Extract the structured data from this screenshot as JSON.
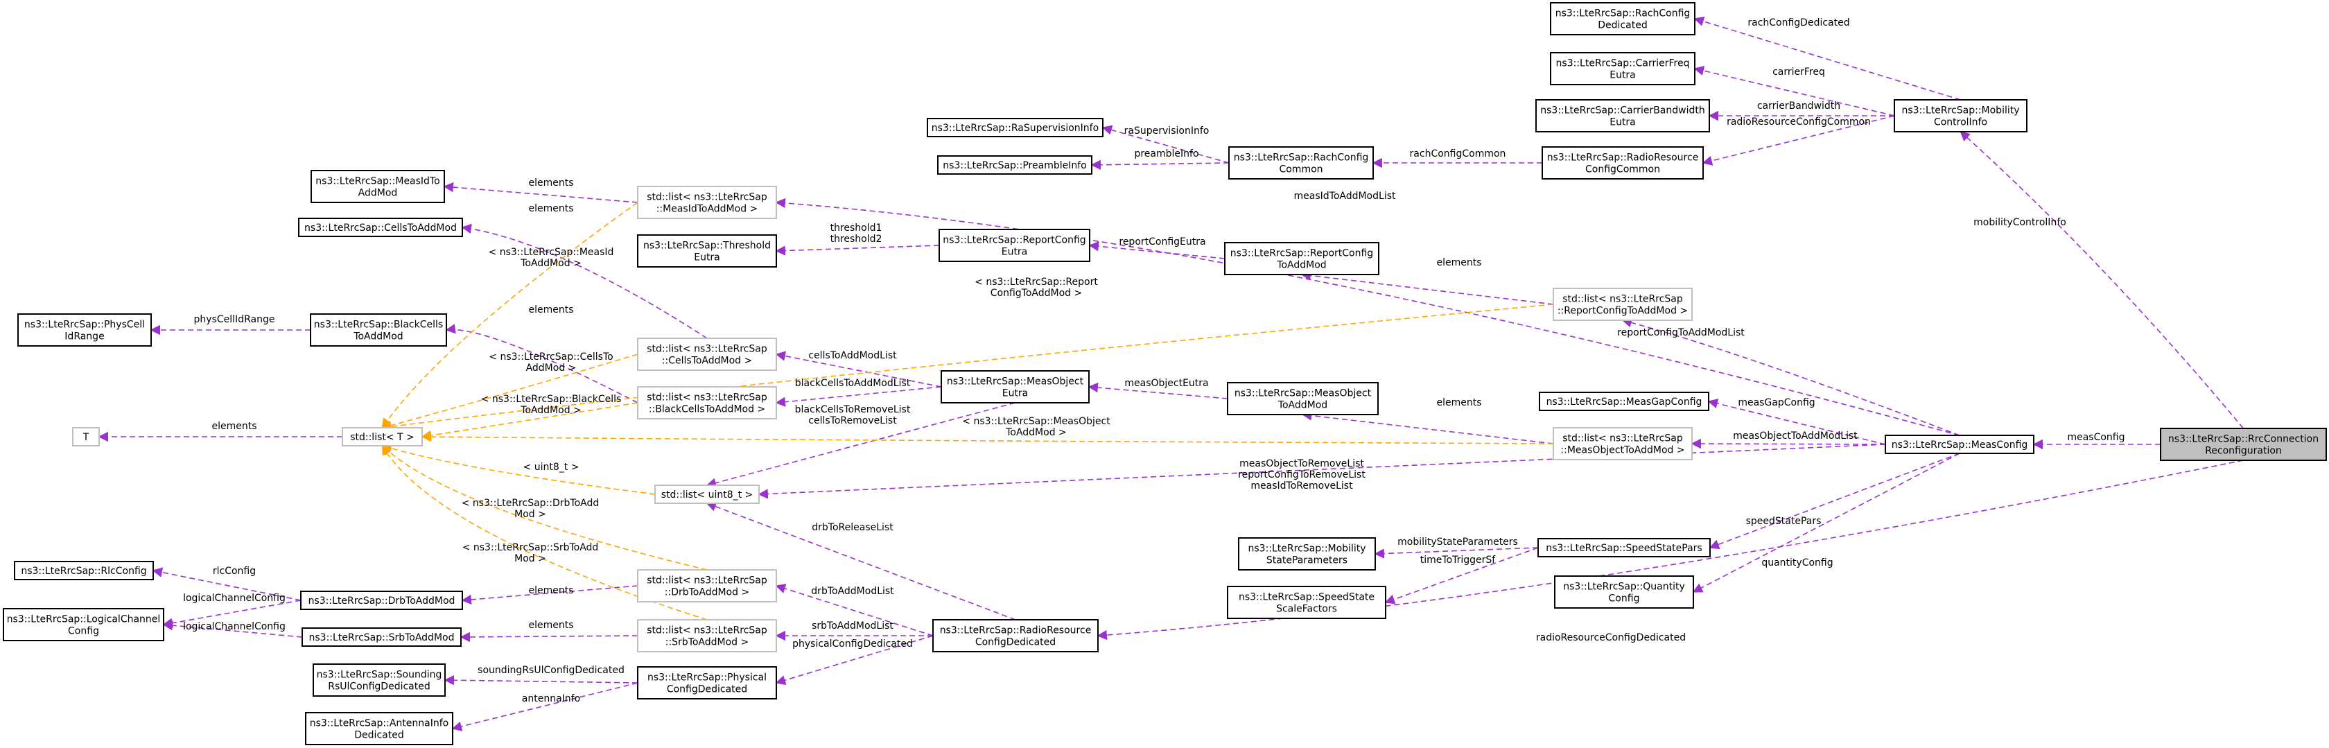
{
  "colors": {
    "member": "#9a32cd",
    "template": "#ffa500",
    "focus_fill": "#bfbfbf",
    "template_border": "#bfbfbf"
  },
  "nodes": {
    "rrc": [
      "ns3::LteRrcSap::RrcConnection",
      "Reconfiguration"
    ],
    "measconfig": [
      "ns3::LteRrcSap::MeasConfig"
    ],
    "mobility": [
      "ns3::LteRrcSap::Mobility",
      "ControlInfo"
    ],
    "rachded": [
      "ns3::LteRrcSap::RachConfig",
      "Dedicated"
    ],
    "carrierfreq": [
      "ns3::LteRrcSap::CarrierFreq",
      "Eutra"
    ],
    "carrierbw": [
      "ns3::LteRrcSap::CarrierBandwidth",
      "Eutra"
    ],
    "rrcommon": [
      "ns3::LteRrcSap::RadioResource",
      "ConfigCommon"
    ],
    "rachcommon": [
      "ns3::LteRrcSap::RachConfig",
      "Common"
    ],
    "rasup": [
      "ns3::LteRrcSap::RaSupervisionInfo"
    ],
    "preamble": [
      "ns3::LteRrcSap::PreambleInfo"
    ],
    "listmeasid": [
      "std::list< ns3::LteRrcSap",
      "::MeasIdToAddMod >"
    ],
    "measid": [
      "ns3::LteRrcSap::MeasIdTo",
      "AddMod"
    ],
    "cellstoadd": [
      "ns3::LteRrcSap::CellsToAddMod"
    ],
    "threshold": [
      "ns3::LteRrcSap::Threshold",
      "Eutra"
    ],
    "reporteutra": [
      "ns3::LteRrcSap::ReportConfig",
      "Eutra"
    ],
    "reporttoadd": [
      "ns3::LteRrcSap::ReportConfig",
      "ToAddMod"
    ],
    "listreport": [
      "std::list< ns3::LteRrcSap",
      "::ReportConfigToAddMod >"
    ],
    "physcell": [
      "ns3::LteRrcSap::PhysCell",
      "IdRange"
    ],
    "blackcells": [
      "ns3::LteRrcSap::BlackCells",
      "ToAddMod"
    ],
    "listcells": [
      "std::list< ns3::LteRrcSap",
      "::CellsToAddMod >"
    ],
    "listblack": [
      "std::list< ns3::LteRrcSap",
      "::BlackCellsToAddMod >"
    ],
    "measobjeutra": [
      "ns3::LteRrcSap::MeasObject",
      "Eutra"
    ],
    "measobjtoadd": [
      "ns3::LteRrcSap::MeasObject",
      "ToAddMod"
    ],
    "measgap": [
      "ns3::LteRrcSap::MeasGapConfig"
    ],
    "listmeasobj": [
      "std::list< ns3::LteRrcSap",
      "::MeasObjectToAddMod >"
    ],
    "T": [
      "T"
    ],
    "stdlist": [
      "std::list< T >"
    ],
    "listuint8": [
      "std::list< uint8_t >"
    ],
    "rlc": [
      "ns3::LteRrcSap::RlcConfig"
    ],
    "lcconfig": [
      "ns3::LteRrcSap::LogicalChannel",
      "Config"
    ],
    "drbtoadd": [
      "ns3::LteRrcSap::DrbToAddMod"
    ],
    "srbtoadd": [
      "ns3::LteRrcSap::SrbToAddMod"
    ],
    "listdrb": [
      "std::list< ns3::LteRrcSap",
      "::DrbToAddMod >"
    ],
    "listsrb": [
      "std::list< ns3::LteRrcSap",
      "::SrbToAddMod >"
    ],
    "rrded": [
      "ns3::LteRrcSap::RadioResource",
      "ConfigDedicated"
    ],
    "physded": [
      "ns3::LteRrcSap::Physical",
      "ConfigDedicated"
    ],
    "sounding": [
      "ns3::LteRrcSap::Sounding",
      "RsUlConfigDedicated"
    ],
    "antenna": [
      "ns3::LteRrcSap::AntennaInfo",
      "Dedicated"
    ],
    "mobstate": [
      "ns3::LteRrcSap::Mobility",
      "StateParameters"
    ],
    "speedscale": [
      "ns3::LteRrcSap::SpeedState",
      "ScaleFactors"
    ],
    "speedstate": [
      "ns3::LteRrcSap::SpeedStatePars"
    ],
    "quantity": [
      "ns3::LteRrcSap::Quantity",
      "Config"
    ]
  },
  "edge_labels": {
    "measConfig": [
      "measConfig"
    ],
    "mobilityControlInfo": [
      "mobilityControlInfo"
    ],
    "radioResourceConfigDedicated": [
      "radioResourceConfigDedicated"
    ],
    "rachConfigDedicated": [
      "rachConfigDedicated"
    ],
    "carrierFreq": [
      "carrierFreq"
    ],
    "carrierBandwidth": [
      "carrierBandwidth"
    ],
    "radioResourceConfigCommon": [
      "radioResourceConfigCommon"
    ],
    "rachConfigCommon": [
      "rachConfigCommon"
    ],
    "raSupervisionInfo": [
      "raSupervisionInfo"
    ],
    "preambleInfo": [
      "preambleInfo"
    ],
    "measIdToAddModList": [
      "measIdToAddModList"
    ],
    "elements_measid": [
      "elements"
    ],
    "elements_cells": [
      "elements"
    ],
    "threshold": [
      "threshold1",
      "threshold2"
    ],
    "reportConfigEutra": [
      "reportConfigEutra"
    ],
    "elements_report": [
      "elements"
    ],
    "reportConfigToAddModList": [
      "reportConfigToAddModList"
    ],
    "physCellIdRange": [
      "physCellIdRange"
    ],
    "elements_black": [
      "elements"
    ],
    "cellsToAddModList": [
      "cellsToAddModList"
    ],
    "blackCellsToAddModList": [
      "blackCellsToAddModList"
    ],
    "measObjectEutra": [
      "measObjectEutra"
    ],
    "elements_measobj": [
      "elements"
    ],
    "measGapConfig": [
      "measGapConfig"
    ],
    "measObjectToAddModList": [
      "measObjectToAddModList"
    ],
    "elements_T": [
      "elements"
    ],
    "removeLists": [
      "measObjectToRemoveList",
      "reportConfigToRemoveList",
      "measIdToRemoveList"
    ],
    "blackRemove": [
      "blackCellsToRemoveList",
      "cellsToRemoveList"
    ],
    "drbToReleaseList": [
      "drbToReleaseList"
    ],
    "rlcConfig": [
      "rlcConfig"
    ],
    "logicalChannelConfig_drb": [
      "logicalChannelConfig"
    ],
    "logicalChannelConfig_srb": [
      "logicalChannelConfig"
    ],
    "elements_drb": [
      "elements"
    ],
    "elements_srb": [
      "elements"
    ],
    "drbToAddModList": [
      "drbToAddModList"
    ],
    "srbToAddModList": [
      "srbToAddModList"
    ],
    "physicalConfigDedicated": [
      "physicalConfigDedicated"
    ],
    "soundingRsUlConfigDedicated": [
      "soundingRsUlConfigDedicated"
    ],
    "antennaInfo": [
      "antennaInfo"
    ],
    "mobilityStateParameters": [
      "mobilityStateParameters"
    ],
    "timeToTriggerSf": [
      "timeToTriggerSf"
    ],
    "speedStatePars": [
      "speedStatePars"
    ],
    "quantityConfig": [
      "quantityConfig"
    ],
    "t_measid": [
      "< ns3::LteRrcSap::MeasId",
      "ToAddMod >"
    ],
    "t_report": [
      "< ns3::LteRrcSap::Report",
      "ConfigToAddMod >"
    ],
    "t_cells": [
      "< ns3::LteRrcSap::CellsTo",
      "AddMod >"
    ],
    "t_black": [
      "< ns3::LteRrcSap::BlackCells",
      "ToAddMod >"
    ],
    "t_measobj": [
      "< ns3::LteRrcSap::MeasObject",
      "ToAddMod >"
    ],
    "t_uint8": [
      "< uint8_t >"
    ],
    "t_drb": [
      "< ns3::LteRrcSap::DrbToAdd",
      "Mod >"
    ],
    "t_srb": [
      "< ns3::LteRrcSap::SrbToAdd",
      "Mod >"
    ]
  }
}
